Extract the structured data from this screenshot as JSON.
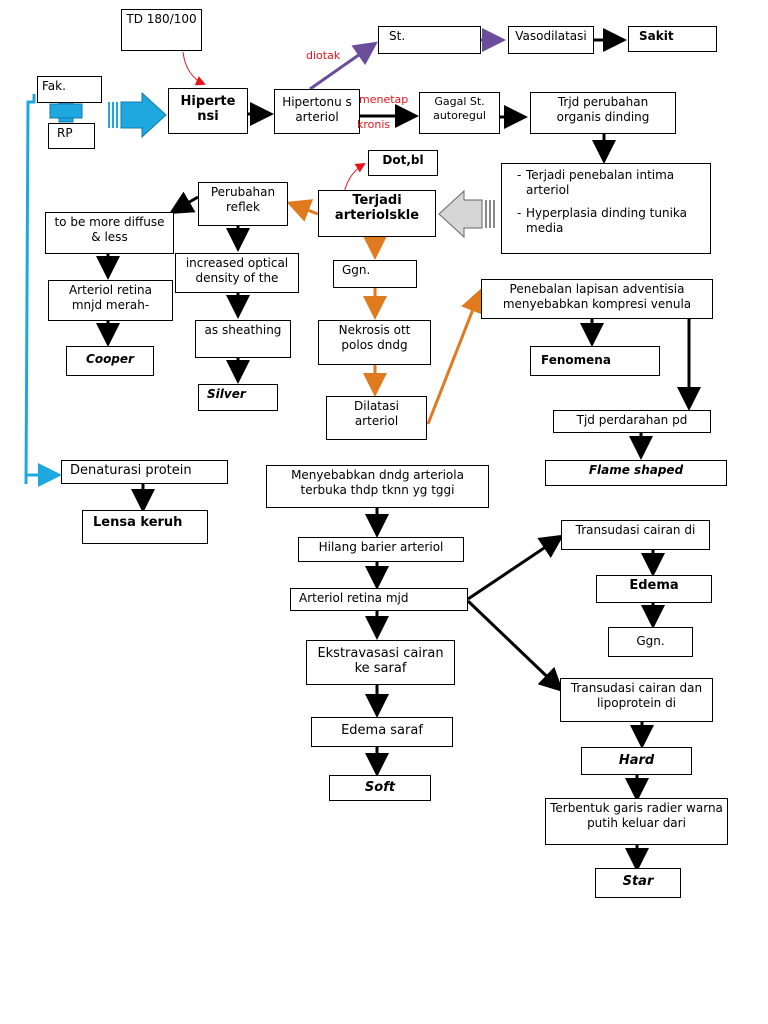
{
  "colors": {
    "black": "#000000",
    "orange": "#e07a1f",
    "purple": "#6a4e9c",
    "red": "#e8141a",
    "cyan": "#1ea8e0",
    "gray_fill": "#d6d6d6"
  },
  "nodes": {
    "td": "TD 180/100",
    "fak": "Fak.",
    "rp": "RP",
    "hipertensi": "Hiperte nsi",
    "hipertonus": "Hipertonu s arteriol",
    "st": "St.",
    "vasodilatasi": "Vasodilatasi",
    "sakit": "Sakit",
    "gagal": "Gagal St. autoregul",
    "trjd_perubahan": "Trjd perubahan organis dinding",
    "penebalan_intima_1": "Terjadi penebalan intima arteriol",
    "penebalan_intima_2": "Hyperplasia dinding tunika media",
    "dotbl": "Dot,bl",
    "terjadi_arteriolsklerosis": "Terjadi arteriolskle",
    "perubahan_reflek": "Perubahan reflek",
    "to_be_more": "to be more diffuse & less",
    "arteriol_retina_merah": "Arteriol retina mnjd merah-",
    "cooper": "Cooper",
    "increased_optical": "increased optical density of the",
    "as_sheathing": "as sheathing",
    "silver": "Silver",
    "ggn_1": "Ggn.",
    "nekrosis": "Nekrosis ott polos dndg",
    "dilatasi": "Dilatasi arteriol",
    "penebalan_adventisia": "Penebalan lapisan adventisia menyebabkan kompresi  venula",
    "fenomena": "Fenomena",
    "tjd_perdarahan": "Tjd perdarahan pd",
    "flame_shaped": "Flame shaped",
    "denaturasi": "Denaturasi protein",
    "lensa_keruh": "Lensa keruh",
    "menyebabkan_dndg": "Menyebabkan dndg arteriola terbuka thdp tknn yg tggi",
    "hilang_barier": "Hilang barier arteriol",
    "arteriol_retina_mjd": "Arteriol retina mjd",
    "ekstravasasi": "Ekstravasasi cairan ke saraf",
    "edema_saraf": "Edema saraf",
    "soft": "Soft",
    "transudasi_1": "Transudasi cairan di",
    "edema": "Edema",
    "ggn_2": "Ggn.",
    "transudasi_2": "Transudasi cairan dan lipoprotein di",
    "hard": "Hard",
    "terbentuk_garis": "Terbentuk garis radier warna putih keluar dari",
    "star": "Star"
  },
  "labels": {
    "diotak": "diotak",
    "menetap": "menetap",
    "kronis": "kronis"
  },
  "icons": {
    "big_right_arrow": "cyan-block-arrow-right",
    "big_left_arrow": "gray-block-arrow-left",
    "connector": "cyan-plug-connector"
  }
}
